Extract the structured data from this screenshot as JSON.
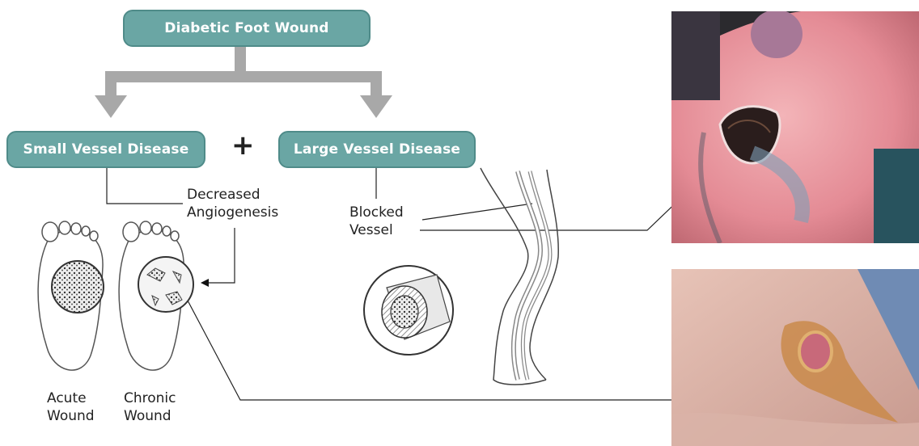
{
  "title_box": "Diabetic Foot Wound",
  "branches": {
    "left": "Small Vessel Disease",
    "plus": "+",
    "right": "Large Vessel Disease"
  },
  "labels": {
    "angio_line1": "Decreased",
    "angio_line2": "Angiogenesis",
    "blocked_line1": "Blocked",
    "blocked_line2": "Vessel",
    "acute_line1": "Acute",
    "acute_line2": "Wound",
    "chronic_line1": "Chronic",
    "chronic_line2": "Wound"
  },
  "colors": {
    "box_fill": "#6aa6a4",
    "arrow_gray": "#a8a8a8"
  }
}
